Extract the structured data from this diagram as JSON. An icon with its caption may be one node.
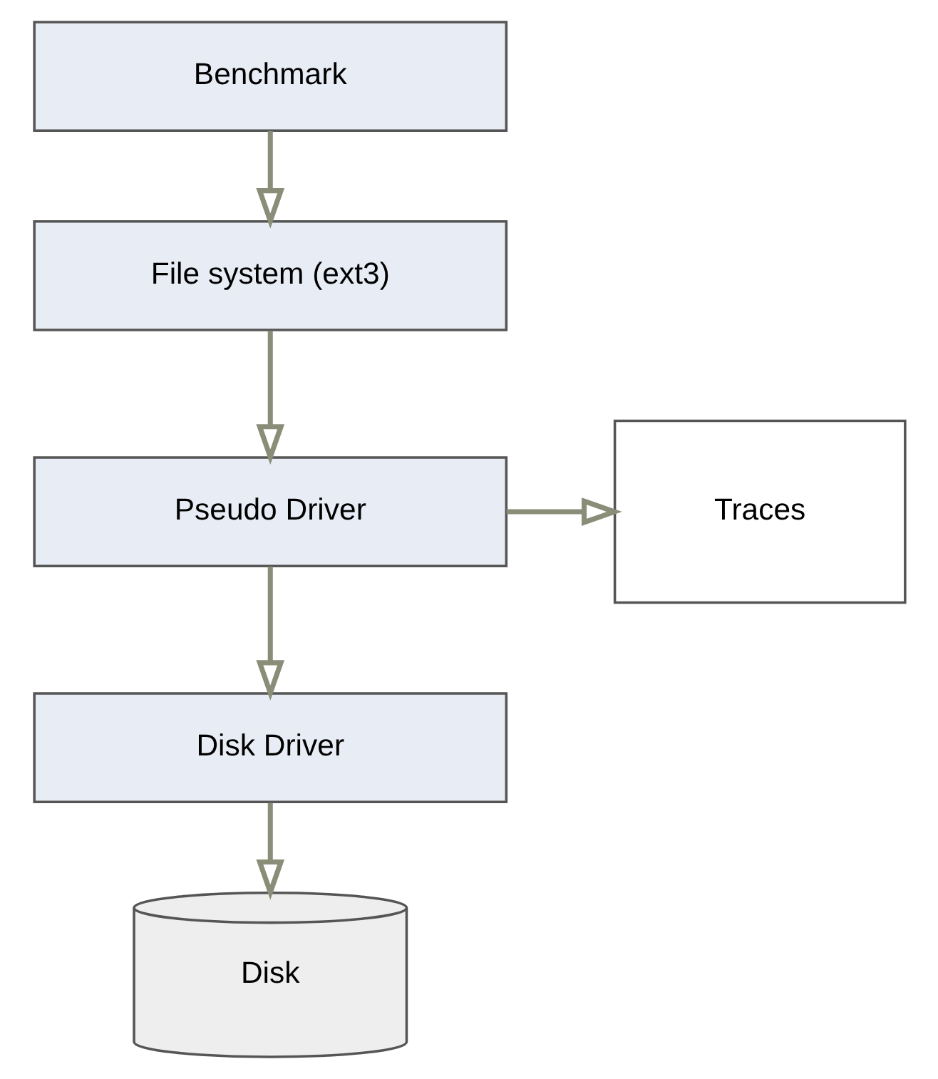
{
  "diagram": {
    "nodes": [
      {
        "text": [
          "Benchmark"
        ]
      },
      {
        "text": [
          "File system (ext3)"
        ]
      },
      {
        "text": [
          "Pseudo Driver"
        ]
      },
      {
        "text": [
          "Traces"
        ]
      },
      {
        "text": [
          "Disk Driver"
        ]
      },
      {
        "text": [
          "Disk"
        ]
      }
    ],
    "edges": [
      {
        "from": 0,
        "to": 1,
        "arrow": "to"
      },
      {
        "from": 1,
        "to": 2,
        "arrow": "to"
      },
      {
        "from": 2,
        "to": 3,
        "arrow": "to"
      },
      {
        "from": 2,
        "to": 4,
        "arrow": "to"
      },
      {
        "from": 4,
        "to": 5,
        "arrow": "to"
      }
    ]
  }
}
